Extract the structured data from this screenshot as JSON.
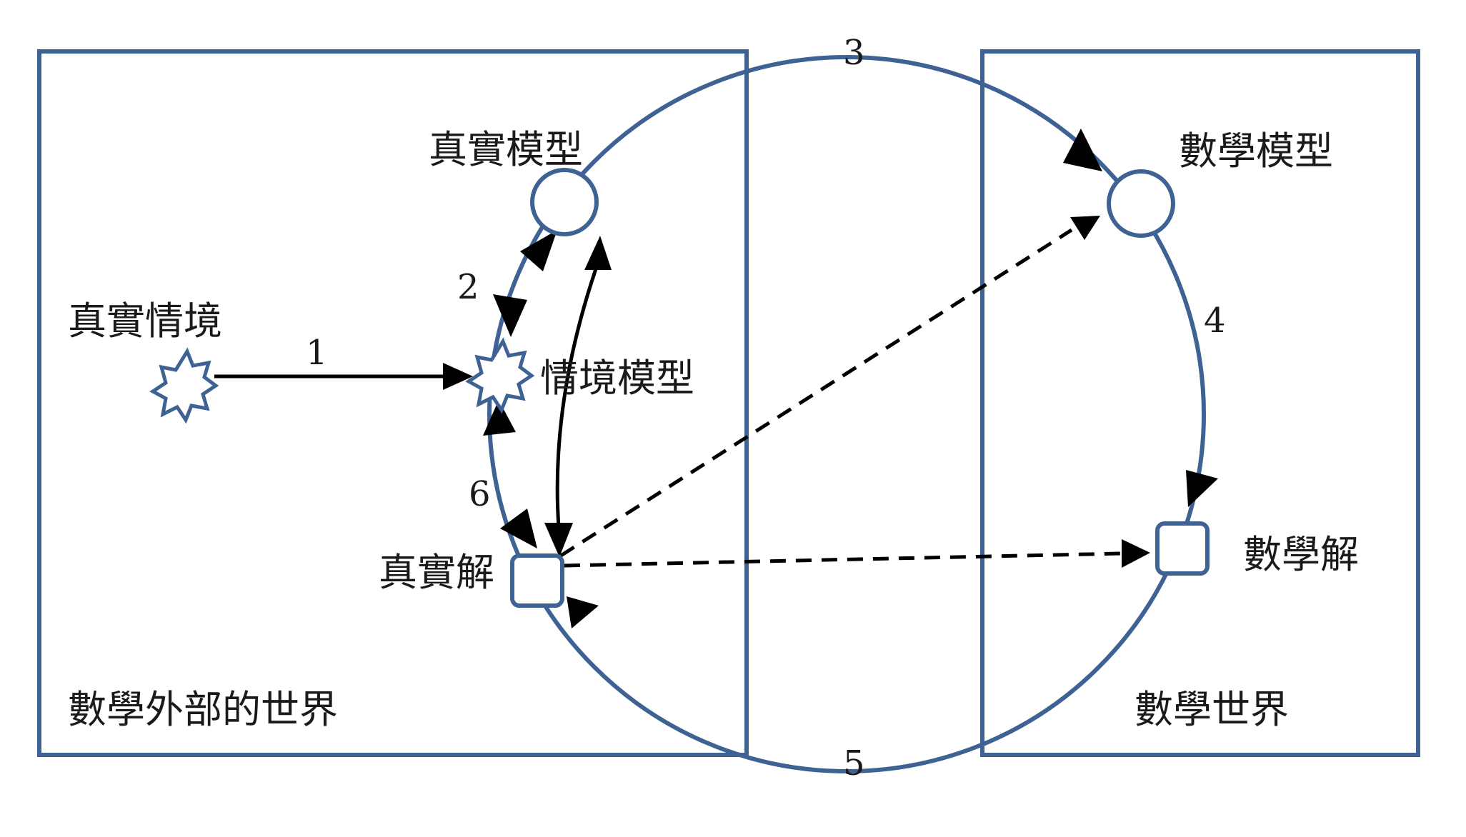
{
  "regions": {
    "outside": "數學外部的世界",
    "math": "數學世界"
  },
  "nodes": {
    "real_situation": "真實情境",
    "situation_model": "情境模型",
    "real_model": "真實模型",
    "math_model": "數學模型",
    "math_solution": "數學解",
    "real_solution": "真實解"
  },
  "steps": [
    "1",
    "2",
    "3",
    "4",
    "5",
    "6"
  ],
  "colors": {
    "frame": "#3d6293",
    "arrow": "#000000"
  }
}
